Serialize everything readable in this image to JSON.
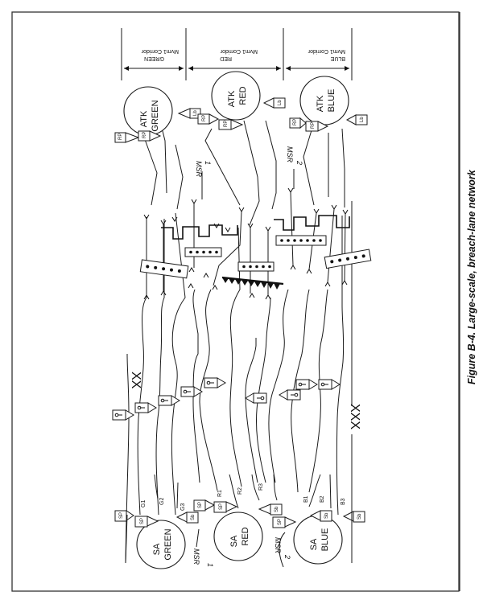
{
  "figure": {
    "caption": "Figure B-4.  Large-scale, breach-lane network"
  },
  "corridors": [
    {
      "id": "green",
      "line1": "Mvm1 Corridor",
      "line2": "GREEN"
    },
    {
      "id": "red",
      "line1": "Mvm1 Corridor",
      "line2": "RED"
    },
    {
      "id": "blue",
      "line1": "Mvm1 Corridor",
      "line2": "BLUE"
    }
  ],
  "attack_positions": [
    {
      "id": "atk-green",
      "line1": "ATK",
      "line2": "GREEN"
    },
    {
      "id": "atk-red",
      "line1": "ATK",
      "line2": "RED"
    },
    {
      "id": "atk-blue",
      "line1": "ATK",
      "line2": "BLUE"
    }
  ],
  "assembly_areas": [
    {
      "id": "sa-green",
      "line1": "SA",
      "line2": "GREEN"
    },
    {
      "id": "sa-red",
      "line1": "SA",
      "line2": "RED"
    },
    {
      "id": "sa-blue",
      "line1": "SA",
      "line2": "BLUE"
    }
  ],
  "msr": [
    {
      "label": "MSR",
      "number": "1"
    },
    {
      "label": "MSR",
      "number": "2"
    },
    {
      "label": "MSR",
      "number": "1"
    },
    {
      "label": "MSR",
      "number": "2"
    }
  ],
  "routes": [
    "G1",
    "G2",
    "G3",
    "R1",
    "R2",
    "R3",
    "B1",
    "B2",
    "B3"
  ],
  "point_labels": {
    "sp": "SP",
    "rp": "RP",
    "lb": "Lb",
    "sb": "Sb"
  },
  "obstacles": {
    "double_wire": "XX",
    "triple_wire": "XXX"
  }
}
